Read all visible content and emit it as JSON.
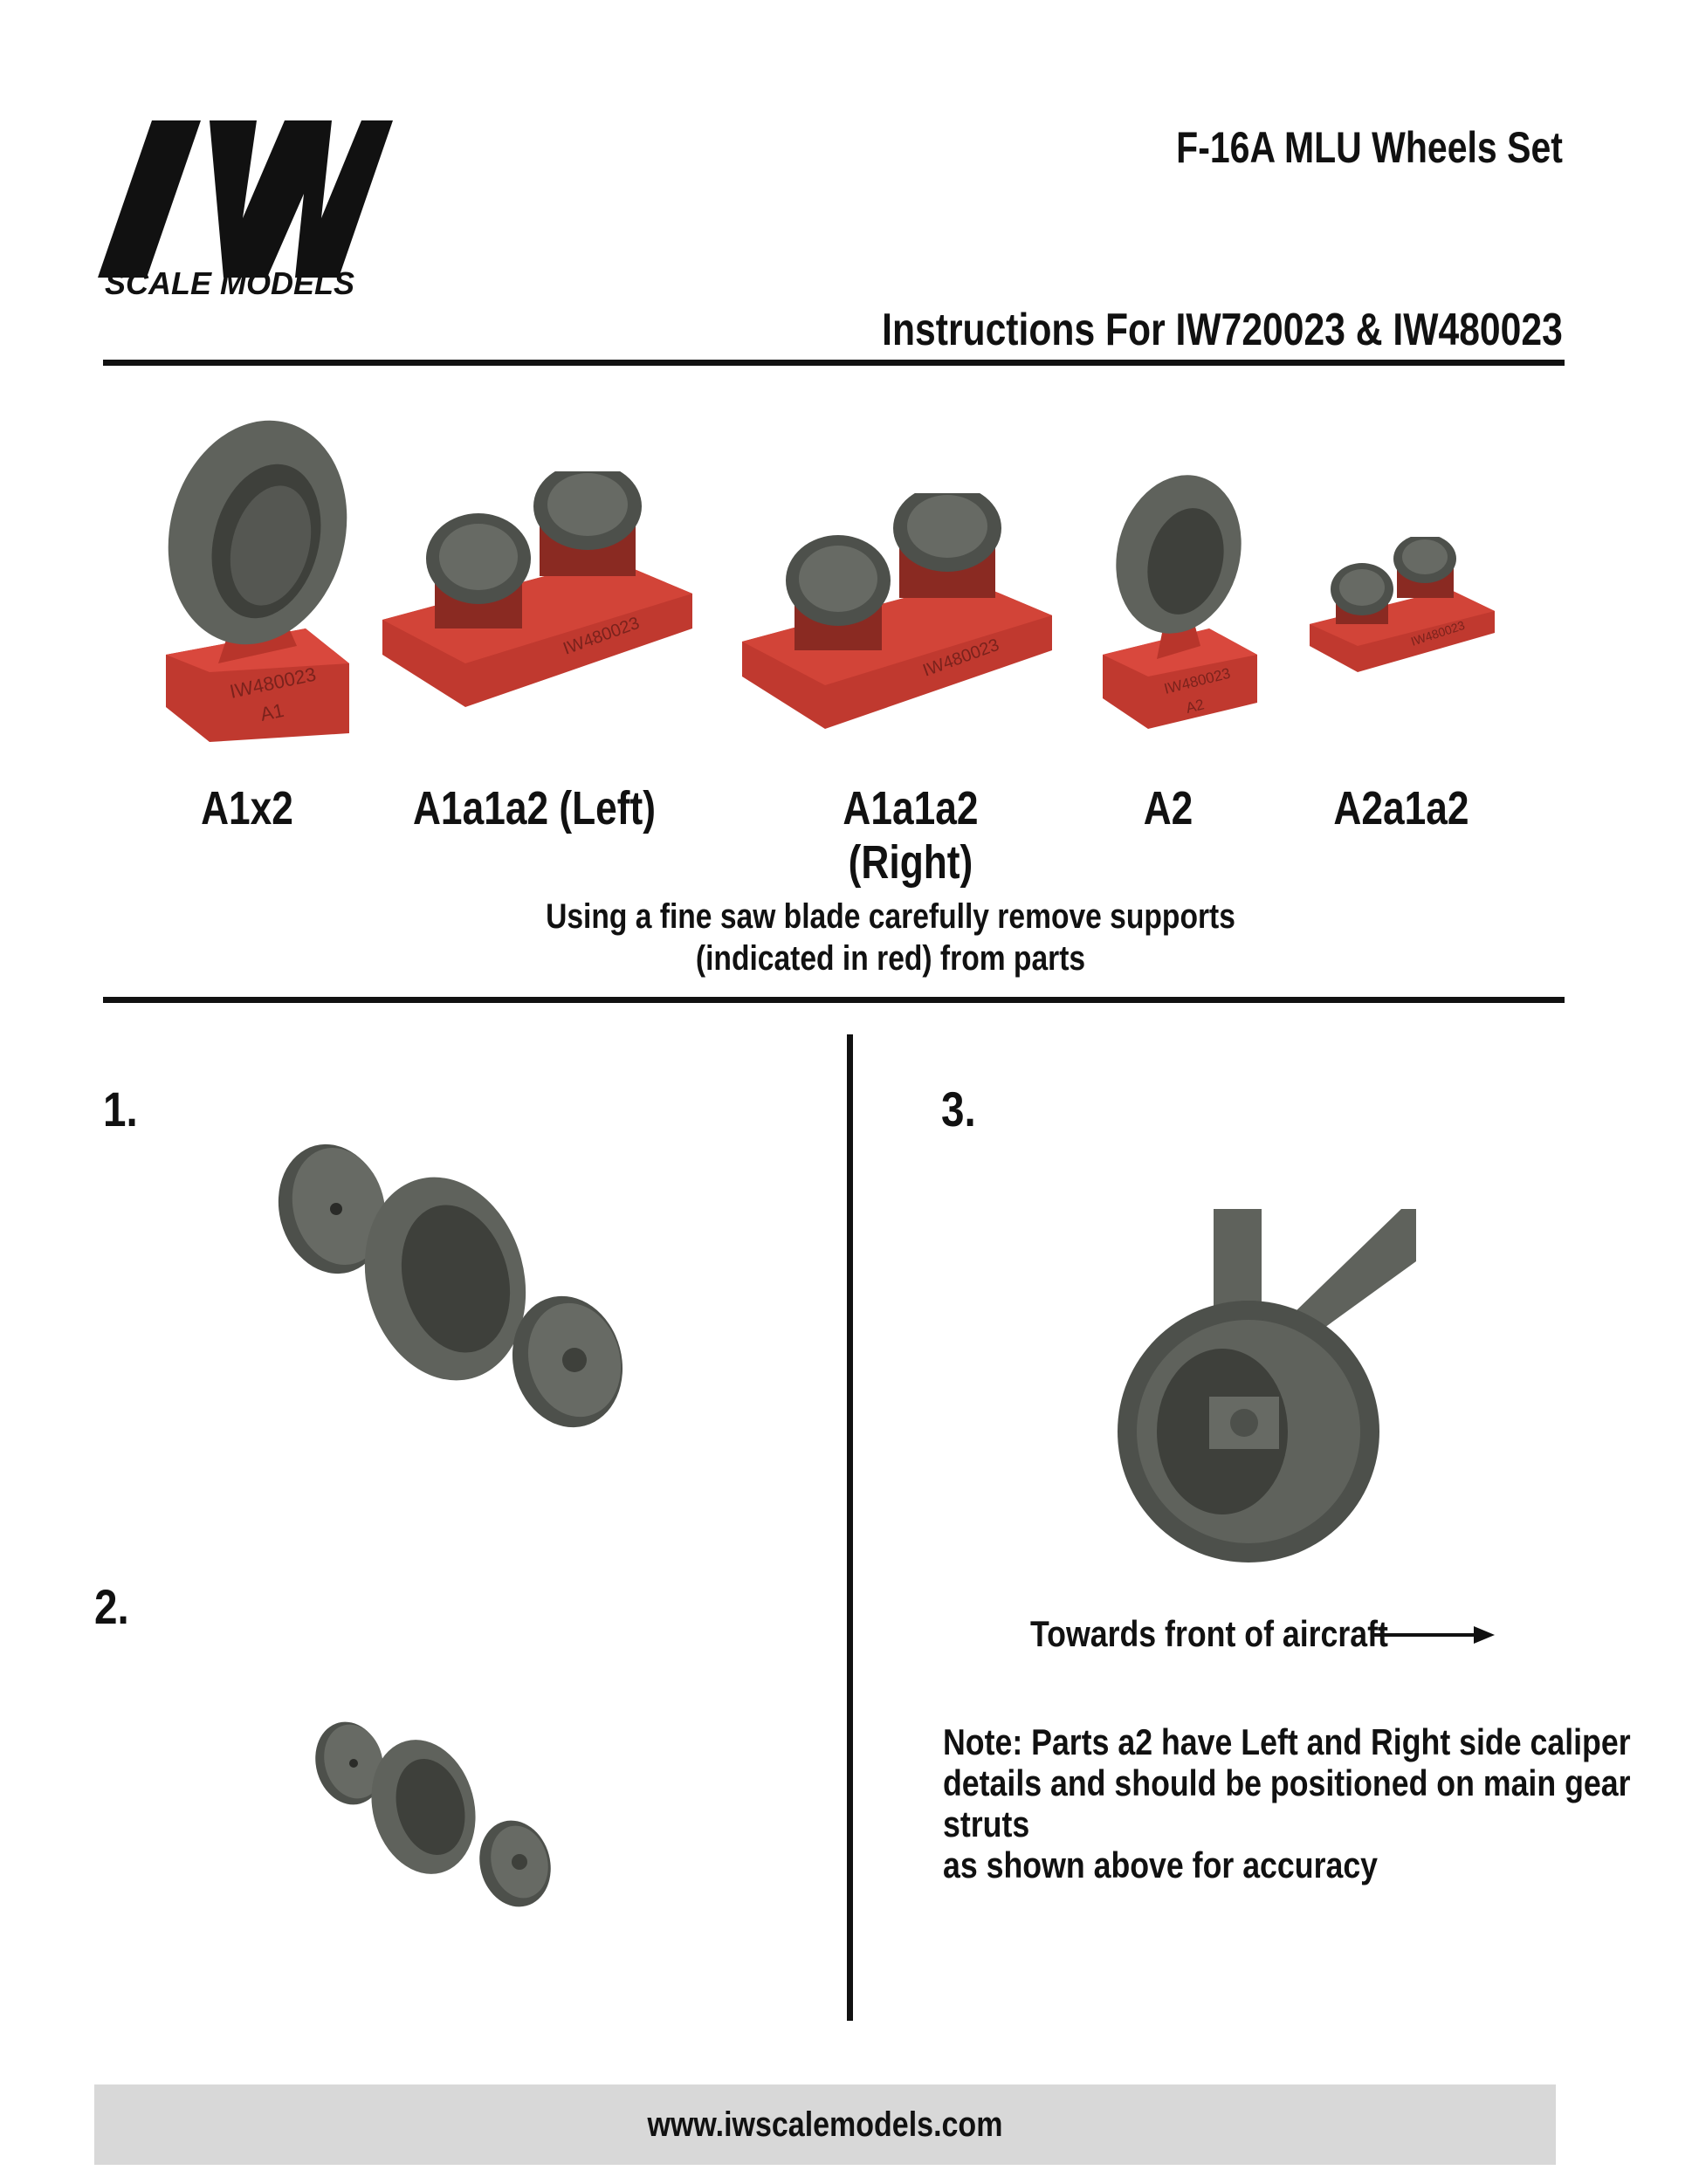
{
  "brand": {
    "logo_letters": "IW",
    "logo_text": "SCALE MODELS"
  },
  "header": {
    "title": "F-16A MLU Wheels Set",
    "subtitle": "Instructions For IW720023 & IW480023"
  },
  "parts": [
    {
      "label": "A1x2",
      "stamp": "IW480023",
      "sub": "A1"
    },
    {
      "label": "A1a1a2 (Left)",
      "stamp": "IW480023"
    },
    {
      "label": "A1a1a2 (Right)",
      "stamp": "IW480023"
    },
    {
      "label": "A2",
      "stamp": "IW480023",
      "sub": "A2"
    },
    {
      "label": "A2a1a2",
      "stamp": "IW480023"
    }
  ],
  "support_note": {
    "line1": "Using a fine saw blade carefully remove supports",
    "line2": "(indicated in red) from parts"
  },
  "steps": {
    "step1": "1.",
    "step2": "2.",
    "step3": "3."
  },
  "direction_label": "Towards front of aircraft",
  "note": {
    "line1": "Note: Parts a2 have Left and Right side caliper",
    "line2": "details and should be positioned on main gear struts",
    "line3": "as shown above for accuracy"
  },
  "footer": {
    "url": "www.iwscalemodels.com"
  },
  "colors": {
    "part_grey": "#5f625c",
    "support_red": "#c0392f",
    "text": "#111111",
    "footer_bg": "#d8d8d8"
  }
}
